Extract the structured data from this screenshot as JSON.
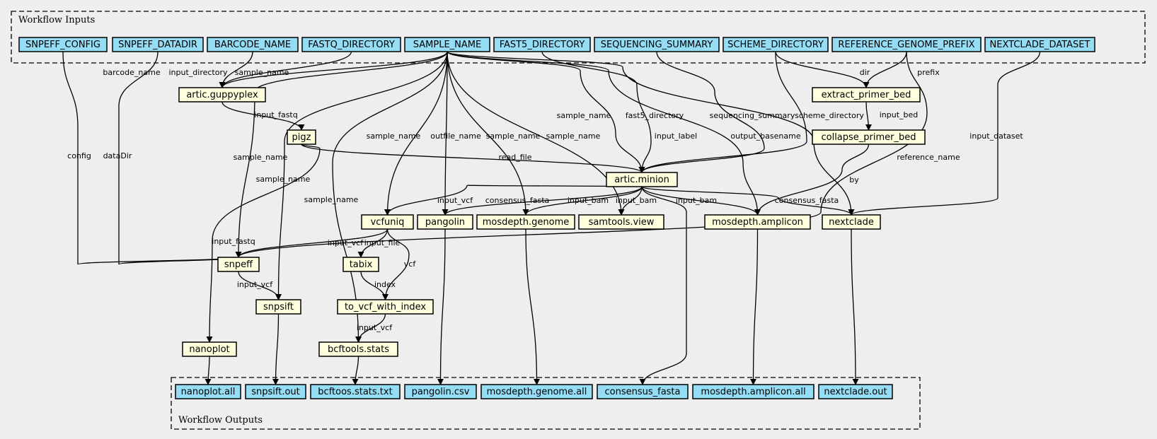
{
  "colors": {
    "background": "#eeeeee",
    "io_node": "#94ddf4",
    "step_node": "#ffffdd",
    "stroke": "#000000"
  },
  "clusters": {
    "inputs_label": "Workflow Inputs",
    "outputs_label": "Workflow Outputs"
  },
  "nodes": [
    {
      "id": "snpeff_config",
      "label": "SNPEFF_CONFIG",
      "kind": "io"
    },
    {
      "id": "snpeff_datadir",
      "label": "SNPEFF_DATADIR",
      "kind": "io"
    },
    {
      "id": "barcode_name",
      "label": "BARCODE_NAME",
      "kind": "io"
    },
    {
      "id": "fastq_directory",
      "label": "FASTQ_DIRECTORY",
      "kind": "io"
    },
    {
      "id": "sample_name",
      "label": "SAMPLE_NAME",
      "kind": "io"
    },
    {
      "id": "fast5_directory",
      "label": "FAST5_DIRECTORY",
      "kind": "io"
    },
    {
      "id": "sequencing_summary",
      "label": "SEQUENCING_SUMMARY",
      "kind": "io"
    },
    {
      "id": "scheme_directory",
      "label": "SCHEME_DIRECTORY",
      "kind": "io"
    },
    {
      "id": "reference_genome_prefix",
      "label": "REFERENCE_GENOME_PREFIX",
      "kind": "io"
    },
    {
      "id": "nextclade_dataset",
      "label": "NEXTCLADE_DATASET",
      "kind": "io"
    },
    {
      "id": "artic_guppyplex",
      "label": "artic.guppyplex",
      "kind": "step"
    },
    {
      "id": "extract_primer_bed",
      "label": "extract_primer_bed",
      "kind": "step"
    },
    {
      "id": "pigz",
      "label": "pigz",
      "kind": "step"
    },
    {
      "id": "collapse_primer_bed",
      "label": "collapse_primer_bed",
      "kind": "step"
    },
    {
      "id": "artic_minion",
      "label": "artic.minion",
      "kind": "step"
    },
    {
      "id": "vcfuniq",
      "label": "vcfuniq",
      "kind": "step"
    },
    {
      "id": "pangolin",
      "label": "pangolin",
      "kind": "step"
    },
    {
      "id": "mosdepth_genome",
      "label": "mosdepth.genome",
      "kind": "step"
    },
    {
      "id": "samtools_view",
      "label": "samtools.view",
      "kind": "step"
    },
    {
      "id": "mosdepth_amplicon",
      "label": "mosdepth.amplicon",
      "kind": "step"
    },
    {
      "id": "nextclade",
      "label": "nextclade",
      "kind": "step"
    },
    {
      "id": "snpeff",
      "label": "snpeff",
      "kind": "step"
    },
    {
      "id": "tabix",
      "label": "tabix",
      "kind": "step"
    },
    {
      "id": "snpsift",
      "label": "snpsift",
      "kind": "step"
    },
    {
      "id": "to_vcf_with_index",
      "label": "to_vcf_with_index",
      "kind": "step"
    },
    {
      "id": "nanoplot",
      "label": "nanoplot",
      "kind": "step"
    },
    {
      "id": "bcftools_stats",
      "label": "bcftools.stats",
      "kind": "step"
    },
    {
      "id": "nanoplot_all",
      "label": "nanoplot.all",
      "kind": "io"
    },
    {
      "id": "snpsift_out",
      "label": "snpsift.out",
      "kind": "io"
    },
    {
      "id": "bcftoos_stats_txt",
      "label": "bcftoos.stats.txt",
      "kind": "io"
    },
    {
      "id": "pangolin_csv",
      "label": "pangolin.csv",
      "kind": "io"
    },
    {
      "id": "mosdepth_genome_all",
      "label": "mosdepth.genome.all",
      "kind": "io"
    },
    {
      "id": "consensus_fasta_out",
      "label": "consensus_fasta",
      "kind": "io"
    },
    {
      "id": "mosdepth_amplicon_all",
      "label": "mosdepth.amplicon.all",
      "kind": "io"
    },
    {
      "id": "nextclade_out",
      "label": "nextclade.out",
      "kind": "io"
    }
  ],
  "edges": [
    {
      "from": "snpeff_config",
      "to": "snpeff",
      "label": "config"
    },
    {
      "from": "snpeff_datadir",
      "to": "snpeff",
      "label": "dataDir"
    },
    {
      "from": "barcode_name",
      "to": "artic_guppyplex",
      "label": "barcode_name"
    },
    {
      "from": "fastq_directory",
      "to": "artic_guppyplex",
      "label": "input_directory"
    },
    {
      "from": "sample_name",
      "to": "artic_guppyplex",
      "label": "sample_name"
    },
    {
      "from": "artic_guppyplex",
      "to": "pigz",
      "label": "input_fastq"
    },
    {
      "from": "pigz",
      "to": "artic_minion",
      "label": "read_file"
    },
    {
      "from": "pigz",
      "to": "nanoplot",
      "label": "input_fastq"
    },
    {
      "from": "sample_name",
      "to": "snpeff",
      "label": "sample_name"
    },
    {
      "from": "sample_name",
      "to": "snpsift",
      "label": "sample_name"
    },
    {
      "from": "sample_name",
      "to": "bcftools_stats",
      "label": "sample_name"
    },
    {
      "from": "sample_name",
      "to": "vcfuniq",
      "label": "sample_name"
    },
    {
      "from": "sample_name",
      "to": "pangolin",
      "label": "outfile_name"
    },
    {
      "from": "sample_name",
      "to": "mosdepth_genome",
      "label": "sample_name"
    },
    {
      "from": "sample_name",
      "to": "samtools_view",
      "label": "sample_name"
    },
    {
      "from": "sample_name",
      "to": "artic_minion",
      "label": "sample_name"
    },
    {
      "from": "sample_name",
      "to": "mosdepth_amplicon",
      "label": "input_label"
    },
    {
      "from": "sample_name",
      "to": "nextclade",
      "label": "output_basename"
    },
    {
      "from": "fast5_directory",
      "to": "artic_minion",
      "label": "fast5_directory"
    },
    {
      "from": "sequencing_summary",
      "to": "artic_minion",
      "label": "sequencing_summary"
    },
    {
      "from": "scheme_directory",
      "to": "artic_minion",
      "label": "scheme_directory"
    },
    {
      "from": "scheme_directory",
      "to": "extract_primer_bed",
      "label": "dir"
    },
    {
      "from": "reference_genome_prefix",
      "to": "extract_primer_bed",
      "label": "prefix"
    },
    {
      "from": "reference_genome_prefix",
      "to": "snpeff",
      "label": "reference_name"
    },
    {
      "from": "nextclade_dataset",
      "to": "nextclade",
      "label": "input_dataset"
    },
    {
      "from": "extract_primer_bed",
      "to": "collapse_primer_bed",
      "label": "input_bed"
    },
    {
      "from": "collapse_primer_bed",
      "to": "mosdepth_amplicon",
      "label": "by"
    },
    {
      "from": "artic_minion",
      "to": "vcfuniq",
      "label": "input_vcf"
    },
    {
      "from": "artic_minion",
      "to": "pangolin",
      "label": "consensus_fasta"
    },
    {
      "from": "artic_minion",
      "to": "mosdepth_genome",
      "label": "input_bam"
    },
    {
      "from": "artic_minion",
      "to": "samtools_view",
      "label": "input_bam"
    },
    {
      "from": "artic_minion",
      "to": "mosdepth_amplicon",
      "label": "input_bam"
    },
    {
      "from": "artic_minion",
      "to": "nextclade",
      "label": "consensus_fasta"
    },
    {
      "from": "artic_minion",
      "to": "consensus_fasta_out",
      "label": ""
    },
    {
      "from": "vcfuniq",
      "to": "snpeff",
      "label": "input_vcf"
    },
    {
      "from": "vcfuniq",
      "to": "tabix",
      "label": "input_file"
    },
    {
      "from": "vcfuniq",
      "to": "to_vcf_with_index",
      "label": "vcf"
    },
    {
      "from": "tabix",
      "to": "to_vcf_with_index",
      "label": "index"
    },
    {
      "from": "snpeff",
      "to": "snpsift",
      "label": "input_vcf"
    },
    {
      "from": "to_vcf_with_index",
      "to": "bcftools_stats",
      "label": "input_vcf"
    },
    {
      "from": "nanoplot",
      "to": "nanoplot_all",
      "label": ""
    },
    {
      "from": "snpsift",
      "to": "snpsift_out",
      "label": ""
    },
    {
      "from": "bcftools_stats",
      "to": "bcftoos_stats_txt",
      "label": ""
    },
    {
      "from": "pangolin",
      "to": "pangolin_csv",
      "label": ""
    },
    {
      "from": "mosdepth_genome",
      "to": "mosdepth_genome_all",
      "label": ""
    },
    {
      "from": "mosdepth_amplicon",
      "to": "mosdepth_amplicon_all",
      "label": ""
    },
    {
      "from": "nextclade",
      "to": "nextclade_out",
      "label": ""
    }
  ]
}
